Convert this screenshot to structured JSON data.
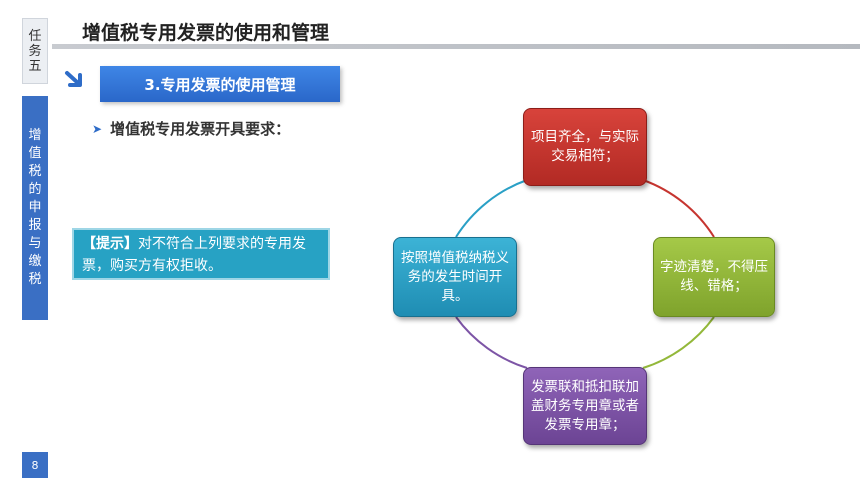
{
  "sidebar": {
    "task_label_chars": [
      "任",
      "务",
      "五"
    ],
    "section_chars": [
      "增",
      "值",
      "税",
      "的",
      "申",
      "报",
      "与",
      "缴",
      "税"
    ],
    "page_number": "8"
  },
  "header": {
    "title": "增值税专用发票的使用和管理"
  },
  "section": {
    "tab_label": "3.专用发票的使用管理"
  },
  "content": {
    "bullet_heading": "增值税专用发票开具要求：",
    "tip": {
      "prefix": "【提示】",
      "text": "对不符合上列要求的专用发票，购买方有权拒收。"
    }
  },
  "diagram": {
    "nodes": [
      {
        "id": "top",
        "text": "项目齐全，与实际交易相符；",
        "color": "#c63530"
      },
      {
        "id": "right",
        "text": "字迹清楚，不得压线、错格；",
        "color": "#93b83a"
      },
      {
        "id": "bottom",
        "text": "发票联和抵扣联加盖财务专用章或者发票专用章；",
        "color": "#7d55a6"
      },
      {
        "id": "left",
        "text": "按照增值税纳税义务的发生时间开具。",
        "color": "#2aa0c6"
      }
    ]
  },
  "colors": {
    "accent_blue": "#3a6fc4",
    "tip_background": "#27a2c4"
  }
}
